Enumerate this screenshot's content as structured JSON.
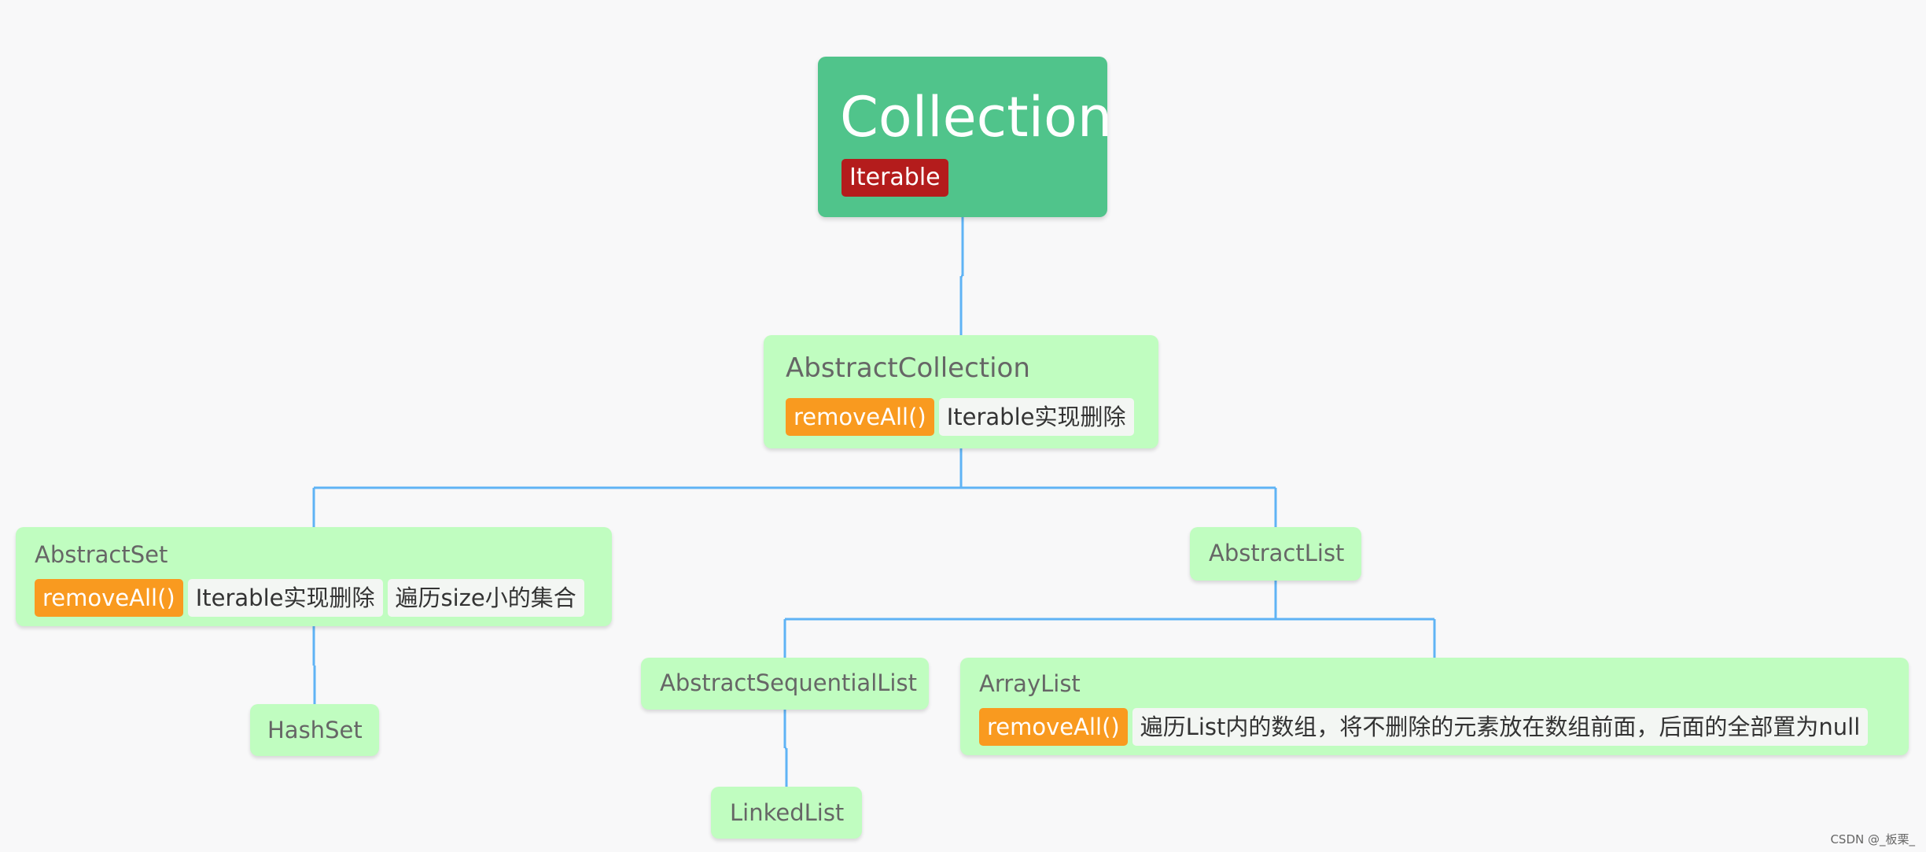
{
  "nodes": {
    "collection": {
      "title": "Collection",
      "tags": [
        {
          "text": "Iterable",
          "style": "red"
        }
      ]
    },
    "abstract_collection": {
      "title": "AbstractCollection",
      "tags": [
        {
          "text": "removeAll()",
          "style": "orange"
        },
        {
          "text": "Iterable实现删除",
          "style": "plain"
        }
      ]
    },
    "abstract_set": {
      "title": "AbstractSet",
      "tags": [
        {
          "text": "removeAll()",
          "style": "orange"
        },
        {
          "text": "Iterable实现删除",
          "style": "plain"
        },
        {
          "text": "遍历size小的集合",
          "style": "plain"
        }
      ]
    },
    "abstract_list": {
      "title": "AbstractList"
    },
    "hash_set": {
      "title": "HashSet"
    },
    "abstract_sequential_list": {
      "title": "AbstractSequentialList"
    },
    "array_list": {
      "title": "ArrayList",
      "tags": [
        {
          "text": "removeAll()",
          "style": "orange"
        },
        {
          "text": "遍历List内的数组，将不删除的元素放在数组前面，后面的全部置为null",
          "style": "plain"
        }
      ]
    },
    "linked_list": {
      "title": "LinkedList"
    }
  },
  "edges": [
    {
      "from": "collection",
      "to": "abstract_collection"
    },
    {
      "from": "abstract_collection",
      "to": "abstract_set"
    },
    {
      "from": "abstract_collection",
      "to": "abstract_list"
    },
    {
      "from": "abstract_set",
      "to": "hash_set"
    },
    {
      "from": "abstract_list",
      "to": "abstract_sequential_list"
    },
    {
      "from": "abstract_list",
      "to": "array_list"
    },
    {
      "from": "abstract_sequential_list",
      "to": "linked_list"
    }
  ],
  "colors": {
    "root_fill": "#50c48b",
    "node_fill": "#c0fdc0",
    "connector": "#5fb3f5",
    "tag_orange": "#f99a1f",
    "tag_red": "#b41c1c"
  },
  "watermark": "CSDN @_板栗_"
}
